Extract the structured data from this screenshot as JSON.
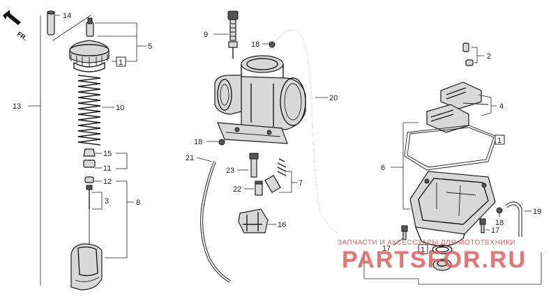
{
  "orientation": {
    "label": "FR."
  },
  "callouts": {
    "c1a": "1",
    "c1b": "1",
    "c1c": "1",
    "c2": "2",
    "c3": "3",
    "c4": "4",
    "c5": "5",
    "c6": "6",
    "c7": "7",
    "c8": "8",
    "c9": "9",
    "c10": "10",
    "c11": "11",
    "c12": "12",
    "c13": "13",
    "c14": "14",
    "c15": "15",
    "c16": "16",
    "c17a": "17",
    "c17b": "17",
    "c18a": "18",
    "c18b": "18",
    "c18c": "18",
    "c19": "19",
    "c20": "20",
    "c21": "21",
    "c22": "22",
    "c23": "23"
  },
  "watermark": {
    "caption": "ЗАПЧАСТИ И АКСЕССУАРЫ ДЛЯ МОТОТЕХНИКИ",
    "brand": "PARTSFOR.RU",
    "color": "#e85a5a"
  }
}
